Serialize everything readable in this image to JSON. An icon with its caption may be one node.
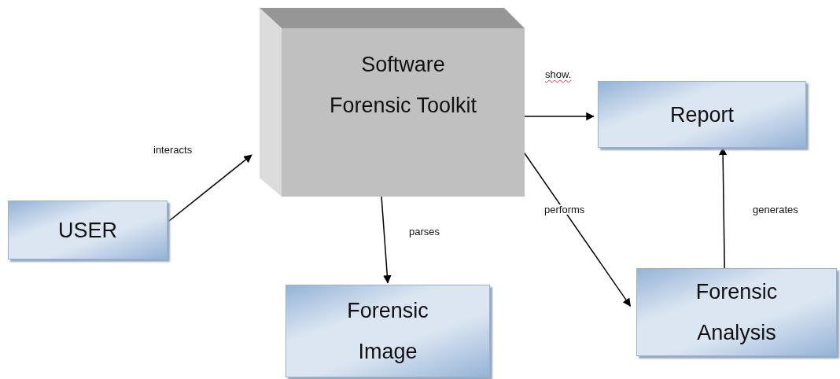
{
  "diagram": {
    "nodes": [
      {
        "text": [
          "Software Forensic Toolkit"
        ]
      },
      {
        "text": [
          "USER"
        ]
      },
      {
        "text": [
          "Report"
        ]
      },
      {
        "text": [
          "Forensic Image"
        ]
      },
      {
        "text": [
          "Forensic Analysis"
        ]
      }
    ],
    "edges": [
      {
        "from": 1,
        "to": 0,
        "arrow": "to",
        "label": "interacts"
      },
      {
        "from": 0,
        "to": 3,
        "arrow": "to",
        "label": "parses"
      },
      {
        "from": 0,
        "to": 2,
        "arrow": "to",
        "label": "show."
      },
      {
        "from": 0,
        "to": 4,
        "arrow": "to",
        "label": "performs"
      },
      {
        "from": 4,
        "to": 2,
        "arrow": "to",
        "label": "generates"
      }
    ]
  }
}
